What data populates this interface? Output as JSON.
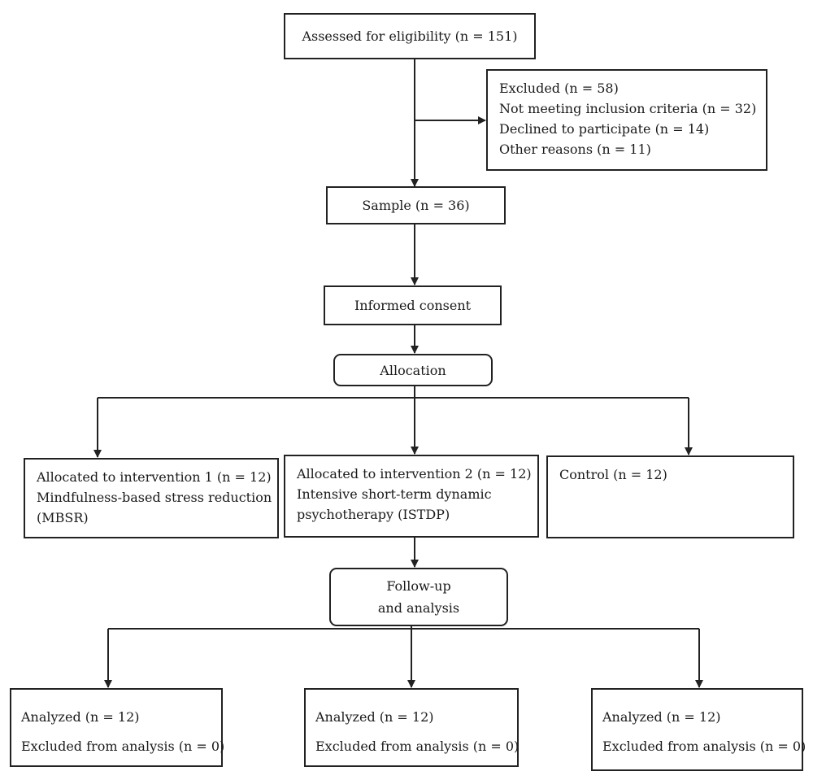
{
  "eligibility": {
    "label": "Assessed for eligibility (n = 151)"
  },
  "excluded": {
    "lines": [
      "Excluded (n = 58)",
      "Not meeting inclusion criteria (n = 32)",
      "Declined to participate (n = 14)",
      "Other reasons (n = 11)"
    ]
  },
  "sample": {
    "label": "Sample (n = 36)"
  },
  "consent": {
    "label": "Informed consent"
  },
  "allocation": {
    "label": "Allocation"
  },
  "groups": [
    {
      "lines": [
        "Allocated to intervention 1 (n = 12)",
        "Mindfulness-based stress reduction",
        "(MBSR)"
      ]
    },
    {
      "lines": [
        "Allocated to intervention 2 (n = 12)",
        "Intensive short-term dynamic",
        "psychotherapy (ISTDP)"
      ]
    },
    {
      "lines": [
        "Control (n = 12)"
      ]
    }
  ],
  "followup": {
    "lines": [
      "Follow-up",
      "and analysis"
    ]
  },
  "results": [
    {
      "analyzed": "Analyzed (n = 12)",
      "excluded": "Excluded from analysis (n = 0)"
    },
    {
      "analyzed": "Analyzed (n = 12)",
      "excluded": "Excluded from analysis (n = 0)"
    },
    {
      "analyzed": "Analyzed (n = 12)",
      "excluded": "Excluded from analysis (n = 0)"
    }
  ]
}
